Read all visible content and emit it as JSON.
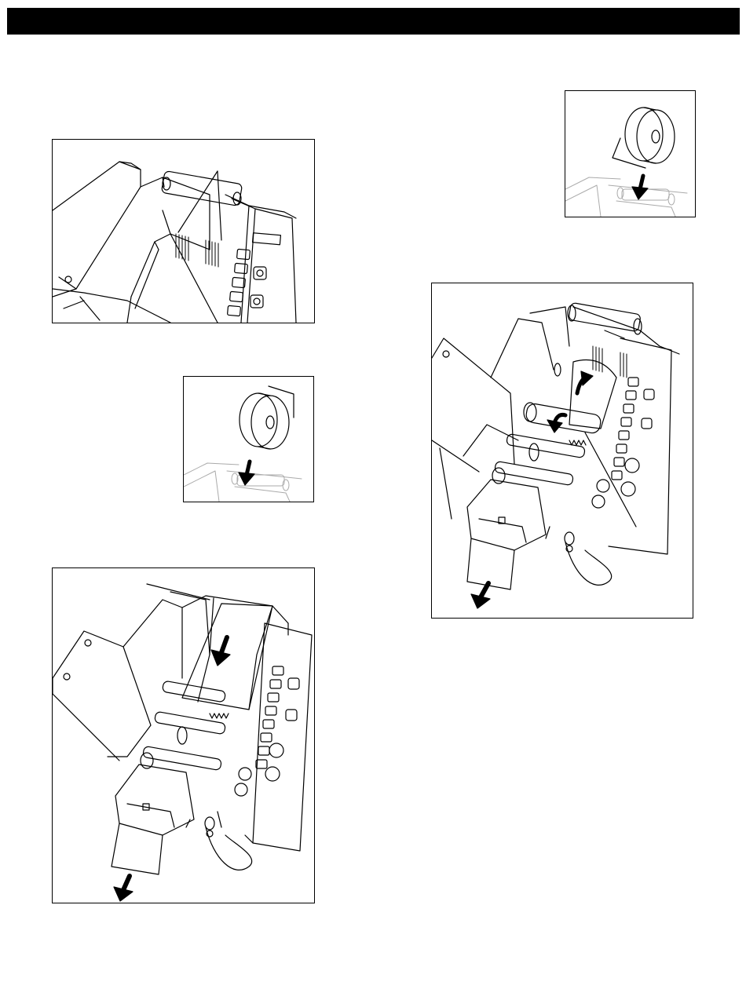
{
  "page": {
    "header_bar_color": "#000000"
  },
  "figures": [
    {
      "id": "fig1",
      "depicts": "dispenser-open-cover-roll-chamber",
      "icons": [
        "roll-chamber-icon",
        "callout-lines-icon",
        "control-panel-icon"
      ]
    },
    {
      "id": "fig2",
      "depicts": "tape-roll-insert",
      "icons": [
        "tape-roll-icon",
        "down-arrow-icon"
      ]
    },
    {
      "id": "fig3",
      "depicts": "dispenser-loading-tape-feed",
      "icons": [
        "tape-path-icon",
        "feed-arrow-icon",
        "exit-arrow-icon",
        "power-cord-icon"
      ]
    },
    {
      "id": "fig4",
      "depicts": "tape-roll-insert",
      "icons": [
        "tape-roll-icon",
        "down-arrow-icon"
      ]
    },
    {
      "id": "fig5",
      "depicts": "dispenser-threading-tape-around-roller",
      "icons": [
        "roller-icon",
        "curved-arrow-icon",
        "exit-arrow-icon",
        "callout-line-icon",
        "power-cord-icon"
      ]
    }
  ]
}
